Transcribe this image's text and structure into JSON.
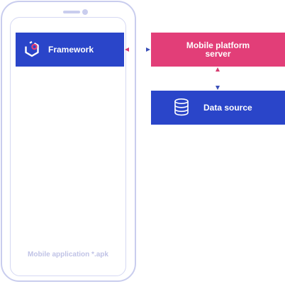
{
  "framework": {
    "label": "Framework",
    "icon": "framework-logo-icon"
  },
  "server": {
    "label": "Mobile platform\nserver"
  },
  "data_source": {
    "label": "Data source",
    "icon": "database-icon"
  },
  "phone": {
    "caption": "Mobile application *.apk"
  },
  "colors": {
    "blue": "#2a45c9",
    "pink": "#e23e78",
    "phone_outline": "#c9cdee",
    "arrow_blue": "#3a4fb8",
    "arrow_pink": "#d63b6f"
  }
}
